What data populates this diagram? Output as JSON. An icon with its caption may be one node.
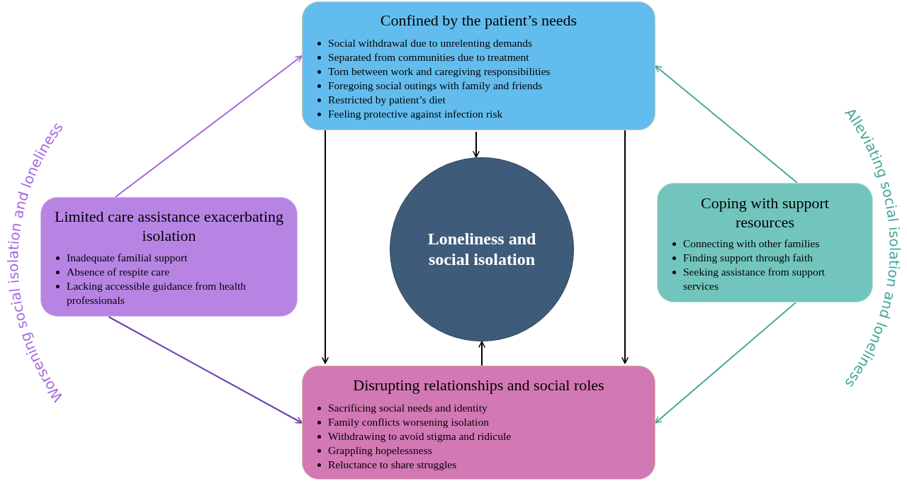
{
  "diagram": {
    "nodes": [
      {
        "text": [
          "Confined by the patient’s needs",
          "Social withdrawal due to unrelenting demands",
          "Separated from communities due to treatment",
          "Torn between work and caregiving responsibilities",
          "Foregoing social outings with family and friends",
          "Restricted by patient’s diet",
          "Feeling protective against infection risk"
        ]
      },
      {
        "text": [
          "Limited care assistance exacerbating isolation",
          "Inadequate familial support",
          "Absence of respite care",
          "Lacking accessible guidance from health professionals"
        ]
      },
      {
        "text": [
          "Loneliness and social isolation"
        ]
      },
      {
        "text": [
          "Coping with support resources",
          "Connecting with other families",
          "Finding support through faith",
          "Seeking assistance from support services"
        ]
      },
      {
        "text": [
          "Disrupting relationships and social roles",
          "Sacrificing social needs and identity",
          "Family conflicts worsening isolation",
          "Withdrawing to avoid stigma and ridicule",
          "Grappling hopelessness",
          "Reluctance to share struggles"
        ]
      }
    ],
    "edges": [
      {
        "from": 1,
        "to": 0,
        "arrow": "to",
        "color": "#a466de"
      },
      {
        "from": 1,
        "to": 4,
        "arrow": "to",
        "color": "#6c3fae"
      },
      {
        "from": 3,
        "to": 0,
        "arrow": "to",
        "color": "#45a99b"
      },
      {
        "from": 3,
        "to": 4,
        "arrow": "to",
        "color": "#45a99b"
      },
      {
        "from": 0,
        "to": 4,
        "arrow": "to"
      },
      {
        "from": 0,
        "to": 2,
        "arrow": "to"
      },
      {
        "from": 0,
        "to": 4,
        "arrow": "to"
      },
      {
        "from": 4,
        "to": 2,
        "arrow": "to"
      }
    ],
    "labels": [
      "Worsening social isolation and loneliness",
      "Alleviating social isolation and loneliness"
    ]
  }
}
